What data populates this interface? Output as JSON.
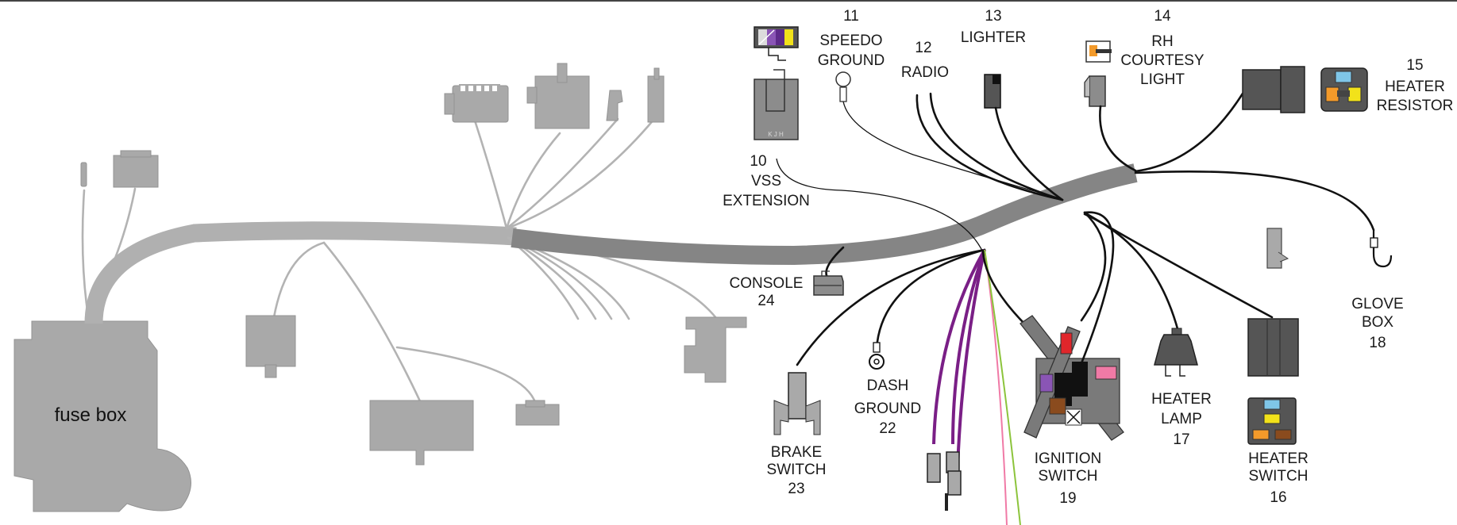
{
  "fuse_box": {
    "label": "fuse box"
  },
  "labels": {
    "vss": {
      "number": "10",
      "line1": "VSS",
      "line2": "EXTENSION"
    },
    "speedo": {
      "number": "11",
      "line1": "SPEEDO",
      "line2": "GROUND"
    },
    "radio": {
      "number": "12",
      "line1": "RADIO"
    },
    "lighter": {
      "number": "13",
      "line1": "LIGHTER"
    },
    "courtesy": {
      "number": "14",
      "line1": "RH",
      "line2": "COURTESY",
      "line3": "LIGHT"
    },
    "heater_resistor": {
      "number": "15",
      "line1": "HEATER",
      "line2": "RESISTOR"
    },
    "heater_switch": {
      "number": "16",
      "line1": "HEATER",
      "line2": "SWITCH"
    },
    "heater_lamp": {
      "number": "17",
      "line1": "HEATER",
      "line2": "LAMP"
    },
    "glove_box": {
      "number": "18",
      "line1": "GLOVE",
      "line2": "BOX"
    },
    "ignition": {
      "number": "19",
      "line1": "IGNITION",
      "line2": "SWITCH"
    },
    "dash_ground": {
      "number": "22",
      "line1": "DASH",
      "line2": "GROUND"
    },
    "brake": {
      "number": "23",
      "line1": "BRAKE",
      "line2": "SWITCH"
    },
    "console": {
      "number": "24",
      "line1": "CONSOLE"
    }
  },
  "vss_pins": "K J H",
  "colors": {
    "harness_light": "#b0b0b0",
    "harness_dark": "#858585",
    "connector_gray": "#a9a9a9",
    "wire_black": "#111111",
    "wire_purple": "#7a1f86",
    "wire_pink": "#f07aa6",
    "wire_green": "#8cc43c",
    "terminal_red": "#e0262b",
    "terminal_yellow": "#f2e21a",
    "terminal_orange": "#f39a2a",
    "terminal_blue": "#7fc6e8",
    "terminal_brown": "#8a4b1e",
    "terminal_purple": "#8a55b5"
  }
}
